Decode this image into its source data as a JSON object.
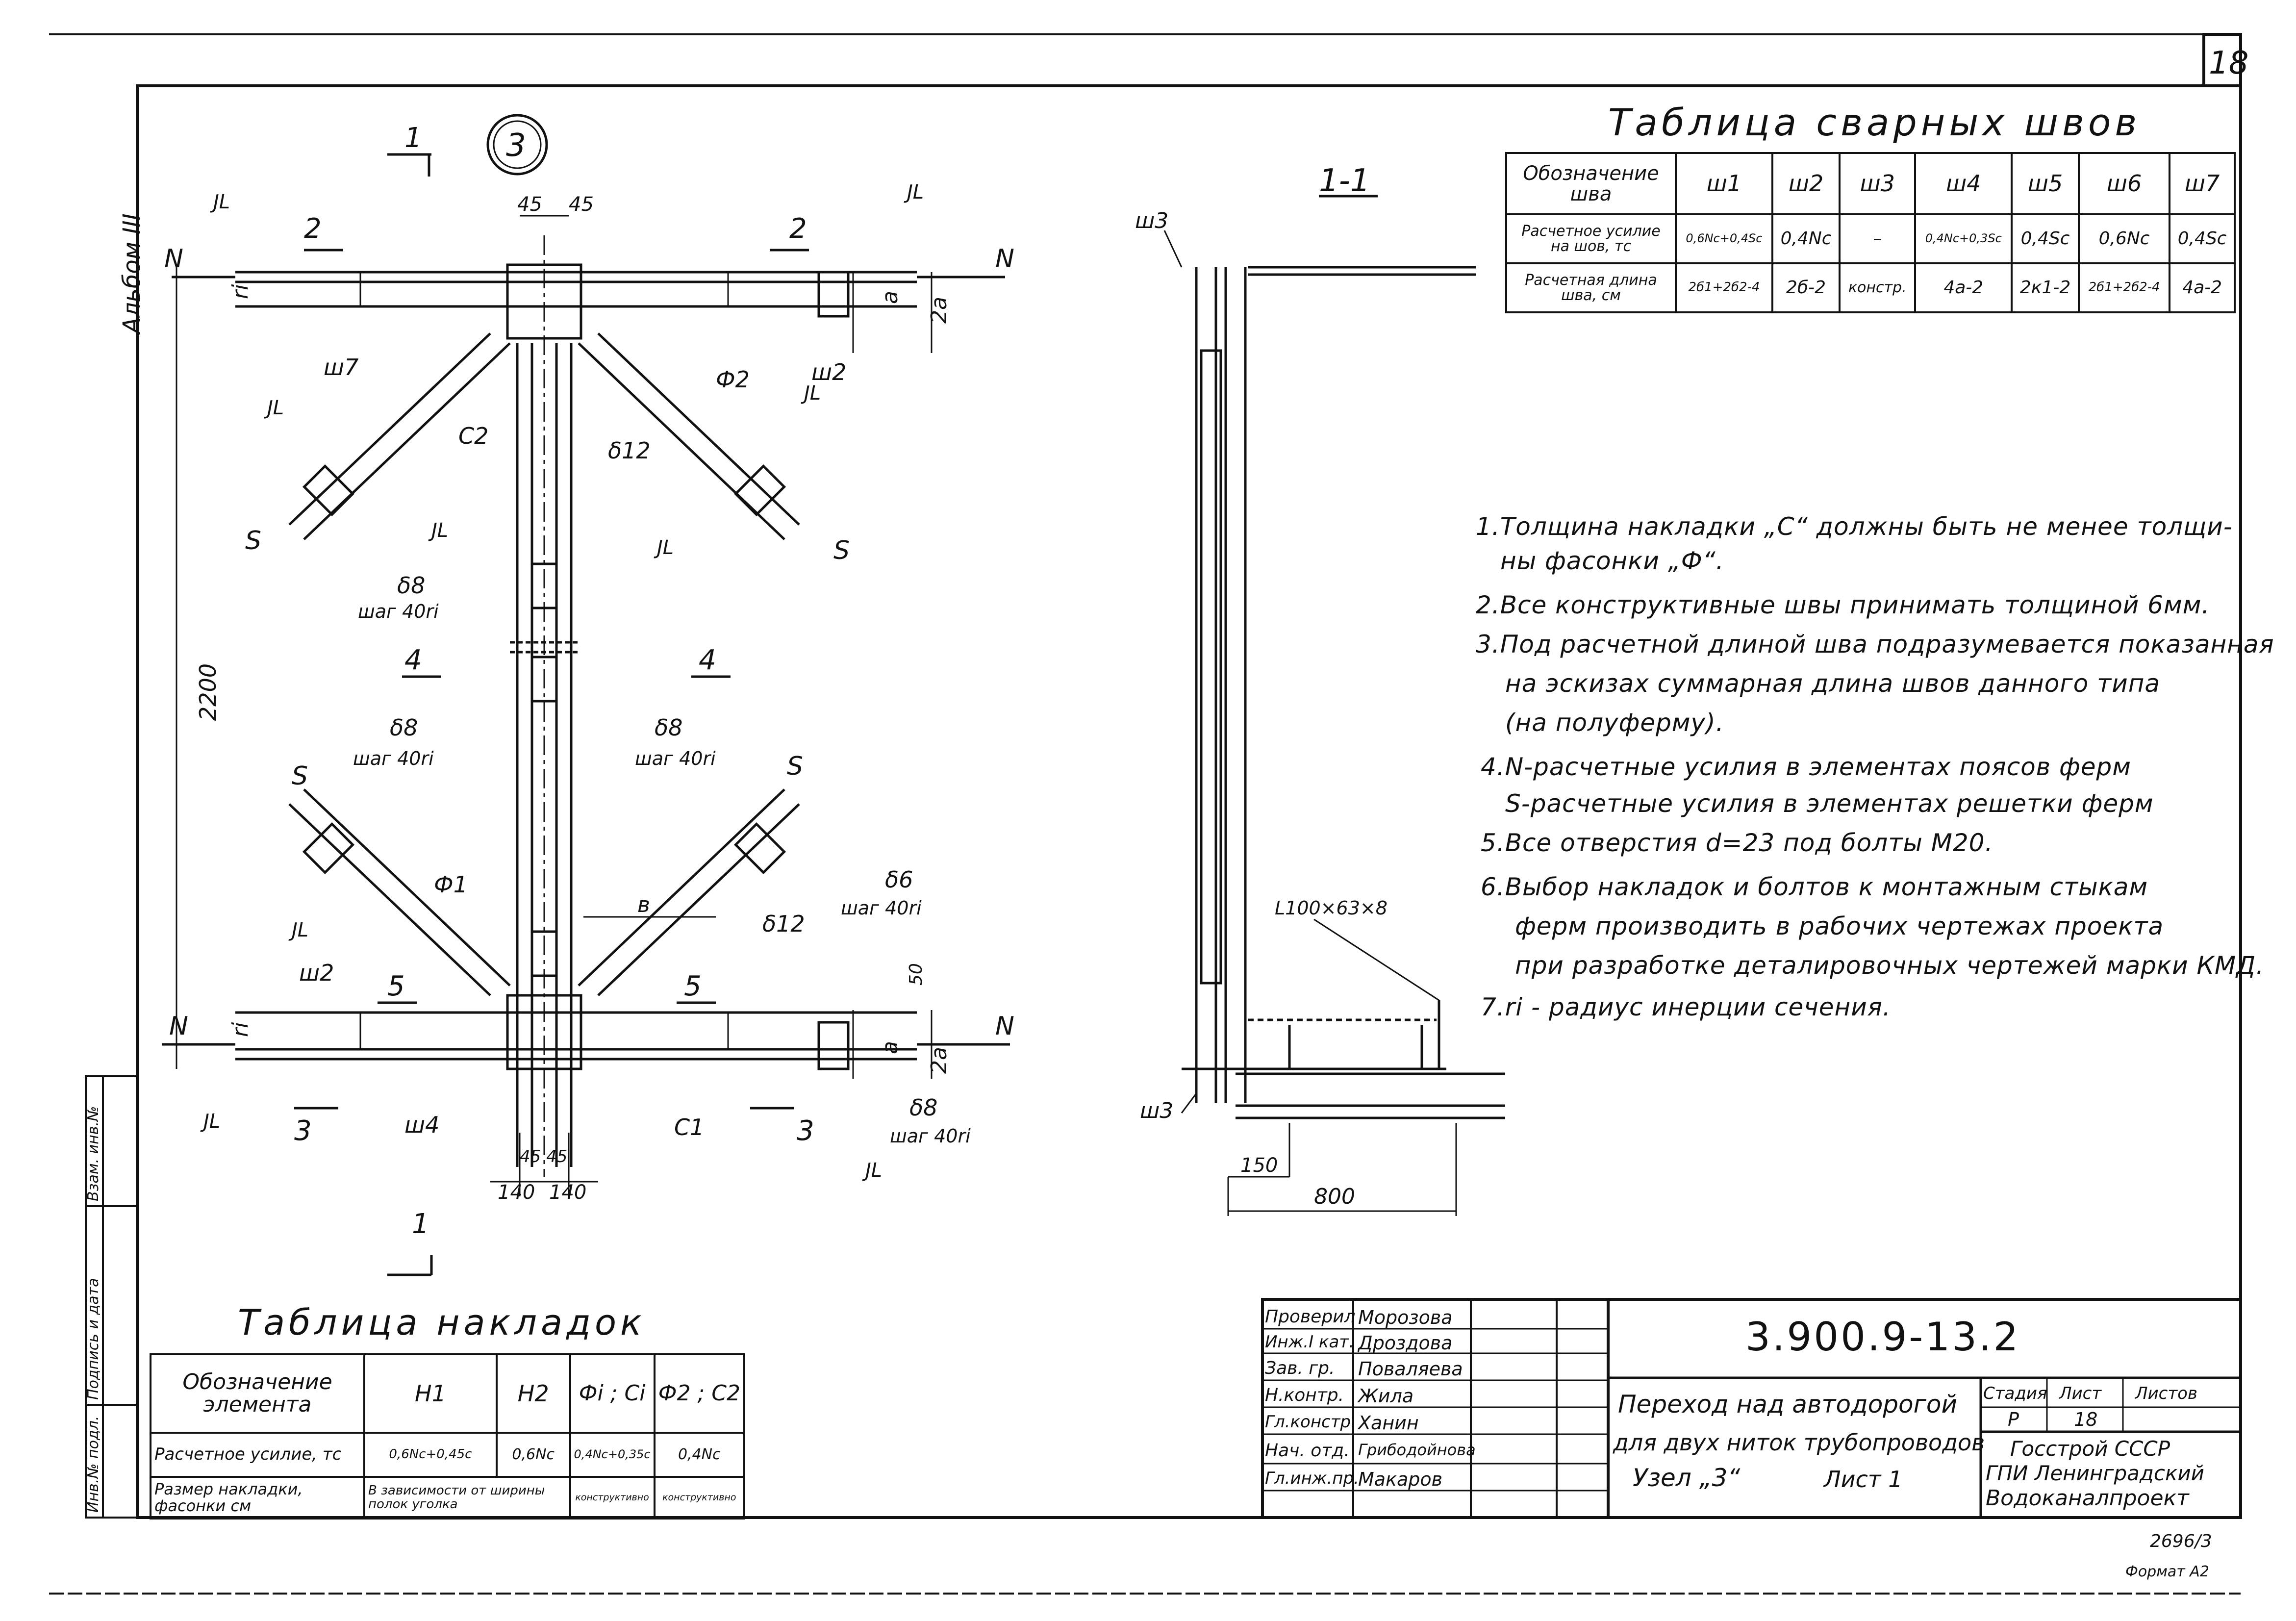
{
  "sheet_number": "18",
  "album_label": "Альбом III",
  "node_label": "3",
  "section_1_1": "1-1",
  "weld_table": {
    "title": "Таблица сварных швов",
    "header": [
      "Обозначение шва",
      "ш1",
      "ш2",
      "ш3",
      "ш4",
      "ш5",
      "ш6",
      "ш7"
    ],
    "rows": [
      [
        "Расчетное усилие на шов, тс",
        "0,6Nc+0,4Sc",
        "0,4Nc",
        "–",
        "0,4Nc+0,3Sc",
        "0,4Sc",
        "0,6Nc",
        "0,4Sc"
      ],
      [
        "Расчетная длина шва, см",
        "2б1+2б2-4",
        "2б-2",
        "констр.",
        "4а-2",
        "2к1-2",
        "2б1+2б2-4",
        "4а-2"
      ]
    ]
  },
  "notes": [
    "1.Толщина накладки „С“ должны быть не менее толщи-",
    "ны фасонки „Ф“.",
    "2.Все конструктивные швы принимать толщиной 6мм.",
    "3.Под расчетной длиной шва подразумевается показанная",
    "на эскизах суммарная длина швов данного типа",
    "(на полуферму).",
    "4.N-расчетные усилия в элементах поясов ферм",
    "S-расчетные усилия в элементах решетки ферм",
    "5.Все отверстия d=23 под болты М20.",
    "6.Выбор накладок и болтов к монтажным стыкам",
    "ферм производить в рабочих чертежах проекта",
    "при разработке деталировочных чертежей марки КМД.",
    "7.ri - радиус инерции сечения."
  ],
  "plate_table": {
    "title": "Таблица накладок",
    "header": [
      "Обозначение элемента",
      "Н1",
      "Н2",
      "Фi ; Ci",
      "Ф2 ; С2"
    ],
    "rows": [
      [
        "Расчетное усилие, тс",
        "0,6Nc+0,45c",
        "0,6Nc",
        "0,4Nc+0,35c",
        "0,4Nc"
      ],
      [
        "Размер накладки, фасонки см",
        "В зависимости от ширины полок уголка",
        "",
        "конструктивно",
        "конструктивно"
      ]
    ]
  },
  "title_block": {
    "code": "3.900.9-13.2",
    "people": [
      [
        "Проверил",
        "Морозова"
      ],
      [
        "Инж.I кат.",
        "Дроздова"
      ],
      [
        "Зав. гр.",
        "Поваляева"
      ],
      [
        "Н.контр.",
        "Жила"
      ],
      [
        "Гл.констр.",
        "Ханин"
      ],
      [
        "Нач. отд.",
        "Грибодойнова"
      ],
      [
        "Гл.инж.пр.",
        "Макаров"
      ]
    ],
    "name_line1": "Переход над автодорогой",
    "name_line2": "для двух ниток трубопроводов",
    "name_line3": "Узел „3“",
    "sheet_word": "Лист 1",
    "stage_h": "Стадия",
    "sheet_h": "Лист",
    "sheets_h": "Листов",
    "stage": "Р",
    "sheet": "18",
    "org1": "Госстрой СССР",
    "org2": "ГПИ Ленинградский",
    "org3": "Водоканалпроект"
  },
  "side_stamp": [
    "Инв.№ подл.",
    "Подпись и дата",
    "Взам. инв.№"
  ],
  "footer_num": "2696/3",
  "footer_format": "Формат А2",
  "dims": {
    "d45a": "45",
    "d45b": "45",
    "d2200": "2200",
    "d140a": "140",
    "d140b": "140",
    "d4545": "45 45",
    "d150": "150",
    "d800": "800",
    "d50": "50",
    "dv": "в",
    "da": "a",
    "d2a": "2a",
    "dri": "ri"
  },
  "labels": {
    "N": "N",
    "S": "S",
    "JL": "JL",
    "w7": "ш7",
    "w2": "ш2",
    "w3": "ш3",
    "w4": "ш4",
    "c2": "С2",
    "c1": "С1",
    "f2": "Ф2",
    "f1": "Ф1",
    "d12": "δ12",
    "d8": "δ8",
    "d6": "δ6",
    "step": "шаг 40ri",
    "L": "L100×63×8",
    "s1": "1",
    "s2": "2",
    "s3": "3",
    "s4": "4",
    "s5": "5"
  }
}
